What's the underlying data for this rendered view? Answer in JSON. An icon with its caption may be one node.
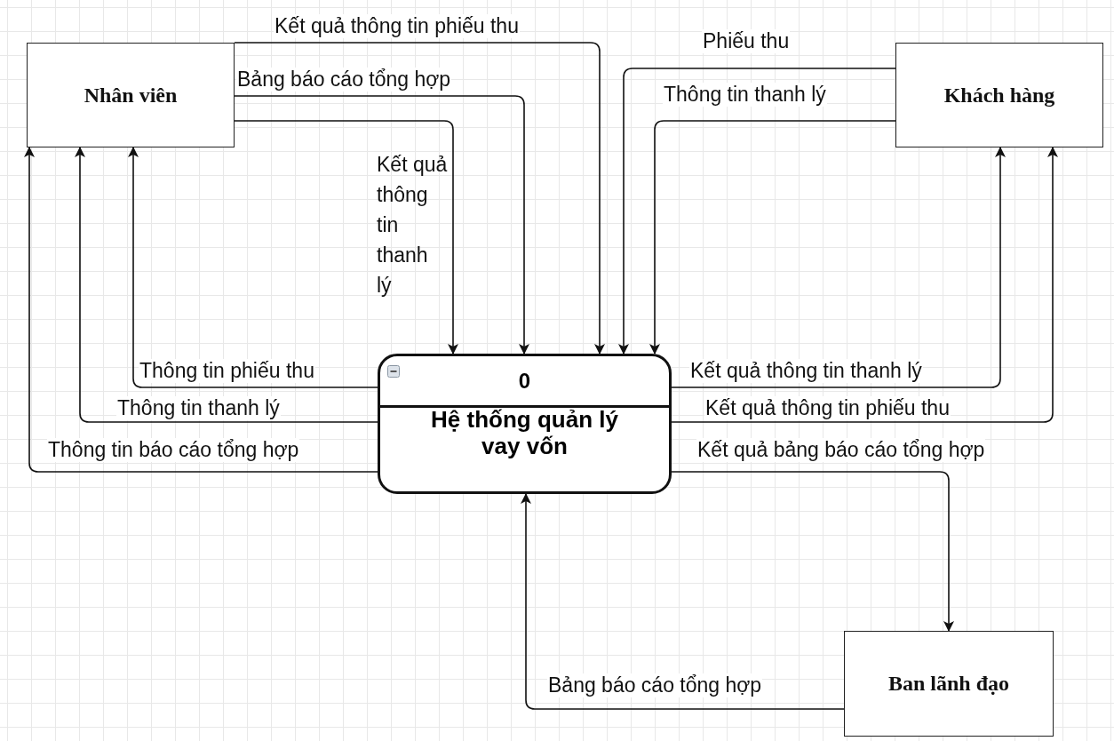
{
  "diagram": {
    "nodes": [
      {
        "text": [
          "Nhân viên"
        ]
      },
      {
        "text": [
          "Khách hàng"
        ]
      },
      {
        "text": [
          "0",
          "Hệ thống quản lý vay vốn"
        ]
      },
      {
        "text": [
          "Ban lãnh đạo"
        ]
      }
    ],
    "edges": [
      {
        "from": 0,
        "to": 2,
        "arrow": "to",
        "label": "Kết quả thông tin phiếu thu"
      },
      {
        "from": 0,
        "to": 2,
        "arrow": "to",
        "label": "Bảng báo cáo tổng hợp"
      },
      {
        "from": 0,
        "to": 2,
        "arrow": "to",
        "label": "Kết quả thông tin thanh lý"
      },
      {
        "from": 1,
        "to": 2,
        "arrow": "to",
        "label": "Phiếu thu"
      },
      {
        "from": 1,
        "to": 2,
        "arrow": "to",
        "label": "Thông tin thanh lý"
      },
      {
        "from": 2,
        "to": 0,
        "arrow": "to",
        "label": "Thông tin phiếu thu"
      },
      {
        "from": 2,
        "to": 0,
        "arrow": "to",
        "label": "Thông tin thanh lý"
      },
      {
        "from": 2,
        "to": 0,
        "arrow": "to",
        "label": "Thông tin báo cáo tổng hợp"
      },
      {
        "from": 2,
        "to": 1,
        "arrow": "to",
        "label": "Kết quả thông tin thanh lý"
      },
      {
        "from": 2,
        "to": 1,
        "arrow": "to",
        "label": "Kết quả thông tin phiếu thu"
      },
      {
        "from": 2,
        "to": 3,
        "arrow": "to",
        "label": "Kết quả bảng báo cáo tổng hợp"
      },
      {
        "from": 3,
        "to": 2,
        "arrow": "to",
        "label": "Bảng báo cáo tổng hợp"
      }
    ]
  }
}
